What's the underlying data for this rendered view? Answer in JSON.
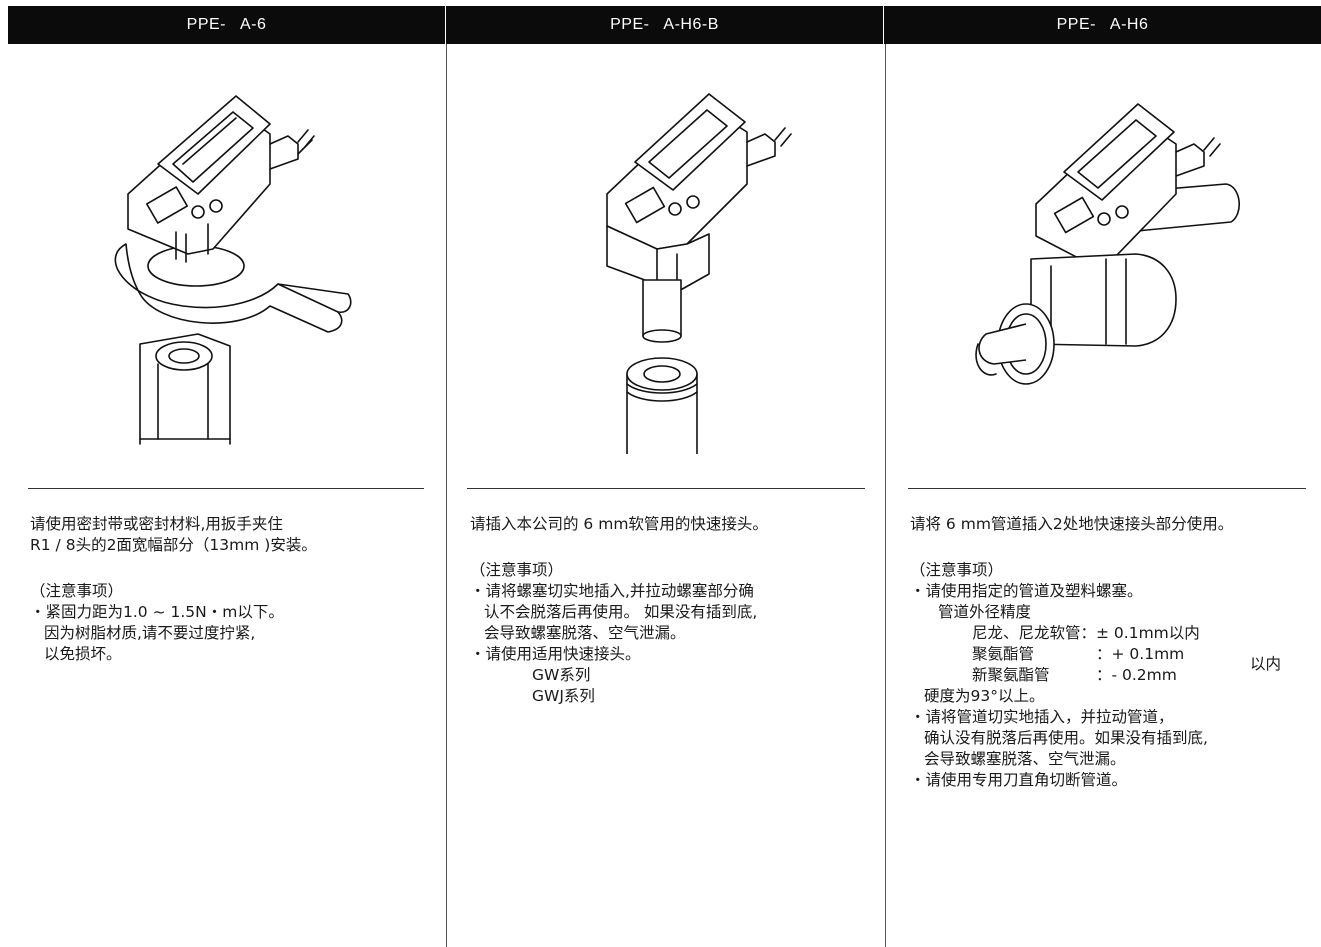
{
  "columns": [
    {
      "title": "PPE-   A-6",
      "lines": [
        "请使用密封带或密封材料,用扳手夹住",
        "R1 / 8头的2面宽幅部分（13mm )安装。",
        "",
        "（注意事项）",
        "・紧固力距为1.0 ~ 1.5N・m以下。",
        "因为树脂材质,请不要过度拧紧,",
        "以免损坏。"
      ]
    },
    {
      "title": "PPE-   A-H6-B",
      "lines": [
        "请插入本公司的 6 mm软管用的快速接头。",
        "",
        "（注意事项）",
        "・请将螺塞切实地插入,并拉动螺塞部分确",
        "认不会脱落后再使用。 如果没有插到底,",
        "会导致螺塞脱落、空气泄漏。",
        "・请使用适用快速接头。",
        "GW系列",
        "GWJ系列"
      ]
    },
    {
      "title": "PPE-   A-H6",
      "lines": [
        "请将 6 mm管道插入2处地快速接头部分使用。",
        "",
        "（注意事项）",
        "・请使用指定的管道及塑料螺塞。",
        "管道外径精度",
        "尼龙、尼龙软管：± 0.1mm以内",
        "聚氨酯管",
        "：+ 0.1mm",
        "新聚氨酯管",
        "：- 0.2mm",
        "以内",
        "硬度为93°以上。",
        "・请将管道切实地插入，并拉动管道，",
        "确认没有脱落后再使用。如果没有插到底,",
        "会导致螺塞脱落、空气泄漏。",
        "・请使用专用刀直角切断管道。"
      ]
    }
  ],
  "icons": [
    "sensor-with-wrench-illustration",
    "hex-nut-illustration",
    "sensor-with-plug-illustration",
    "tube-end-illustration",
    "sensor-with-tube-illustration"
  ]
}
